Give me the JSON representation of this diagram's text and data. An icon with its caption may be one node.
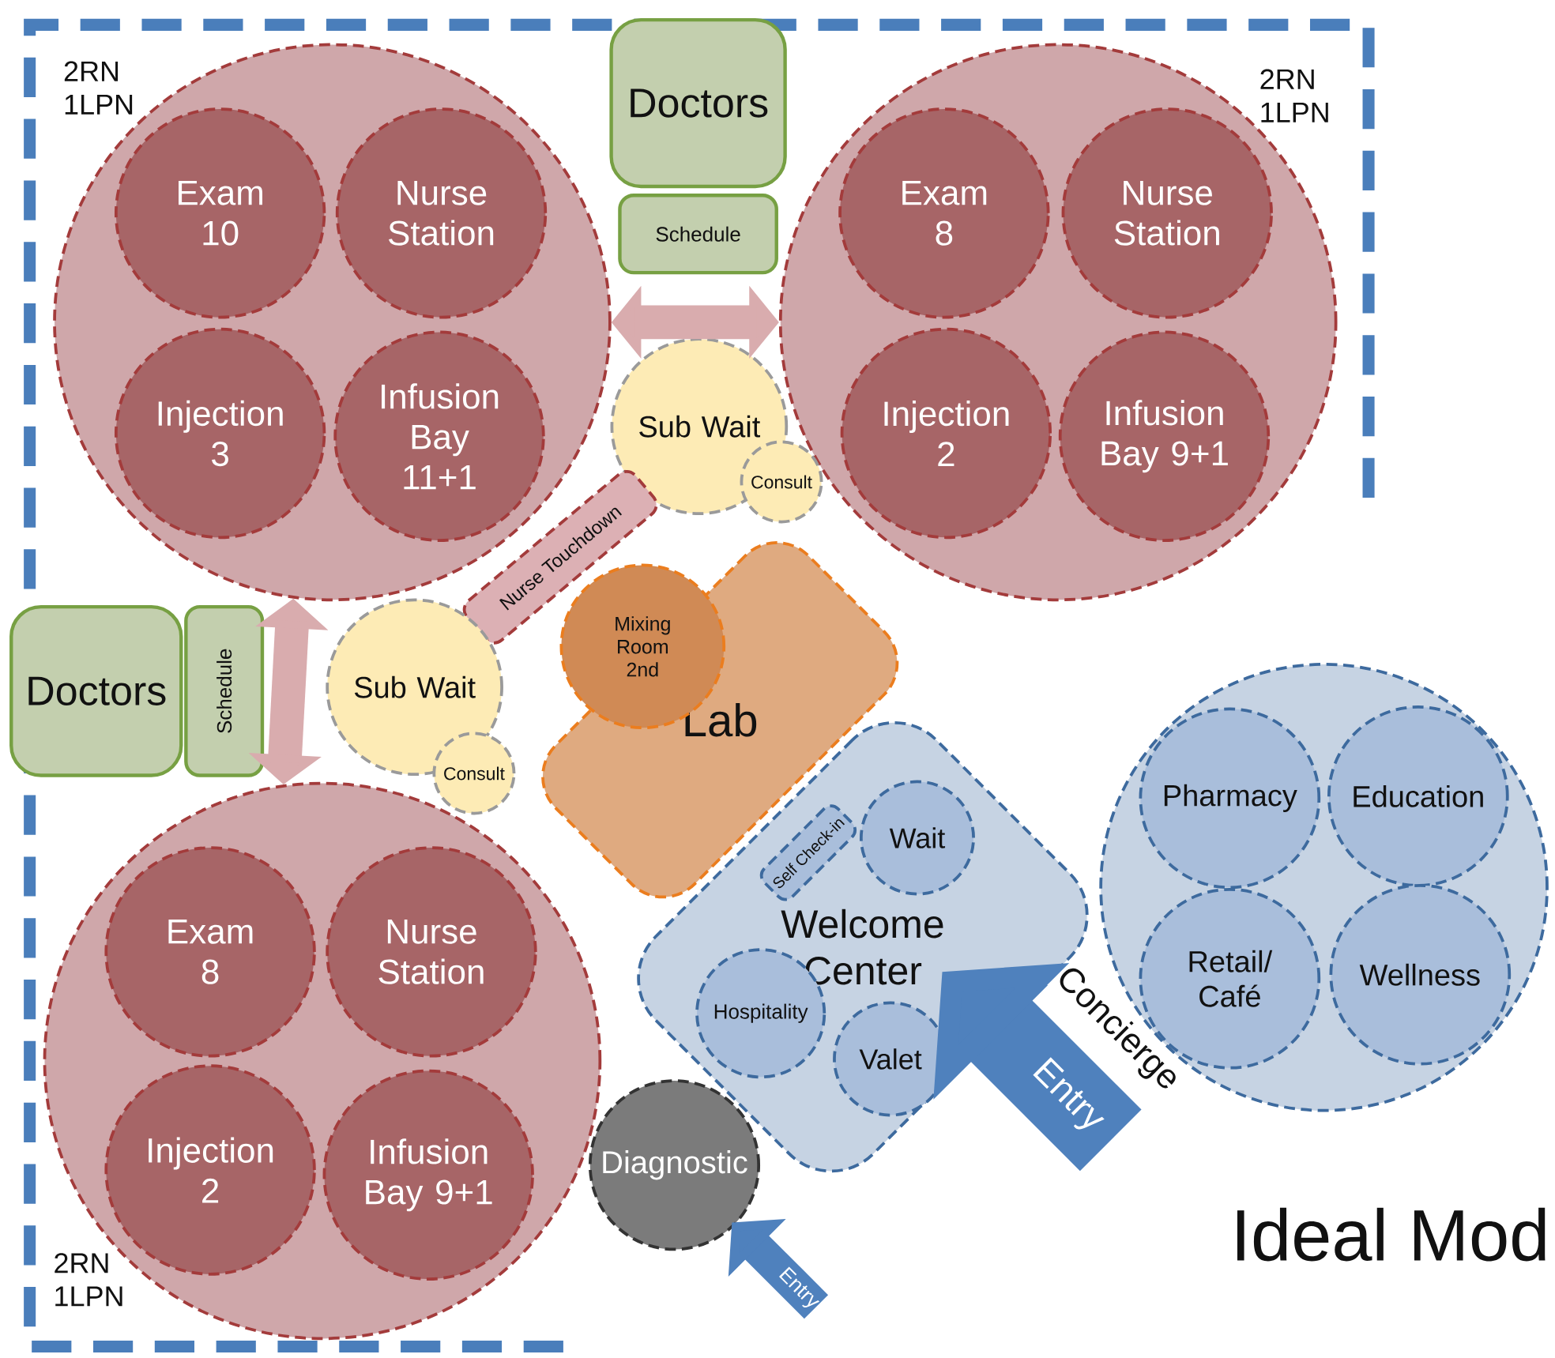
{
  "diagram": {
    "title": "Ideal Mod",
    "nodes": [
      {
        "text": [],
        "shape": "circle"
      },
      {
        "text": [
          "Exam 10"
        ],
        "in": 0
      },
      {
        "text": [
          "Nurse Station"
        ],
        "in": 0
      },
      {
        "text": [
          "Injection 3"
        ],
        "in": 0
      },
      {
        "text": [
          "Infusion Bay 11+1"
        ],
        "in": 0
      },
      {
        "text": [
          "Doctors"
        ]
      },
      {
        "text": [
          "Schedule"
        ]
      },
      {
        "text": [],
        "shape": "circle"
      },
      {
        "text": [
          "Exam 8"
        ],
        "in": 7
      },
      {
        "text": [
          "Nurse Station"
        ],
        "in": 7
      },
      {
        "text": [
          "Injection 2"
        ],
        "in": 7
      },
      {
        "text": [
          "Infusion Bay 9+1"
        ],
        "in": 7
      },
      {
        "text": [
          "Sub Wait"
        ]
      },
      {
        "text": [
          "Consult"
        ]
      },
      {
        "text": [
          "Nurse Touchdown"
        ]
      },
      {
        "text": [
          "Mixing Room 2nd"
        ]
      },
      {
        "text": [
          "Doctors"
        ]
      },
      {
        "text": [
          "Schedule"
        ]
      },
      {
        "text": [
          "Sub Wait"
        ]
      },
      {
        "text": [
          "Consult"
        ]
      },
      {
        "text": [
          "Lab"
        ]
      },
      {
        "text": [
          "Welcome Center"
        ]
      },
      {
        "text": [
          "Wait"
        ],
        "in": 21
      },
      {
        "text": [
          "Self Check-in"
        ],
        "in": 21
      },
      {
        "text": [
          "Hospitality"
        ],
        "in": 21
      },
      {
        "text": [
          "Valet"
        ],
        "in": 21
      },
      {
        "text": [],
        "shape": "circle"
      },
      {
        "text": [
          "Pharmacy"
        ],
        "in": 26
      },
      {
        "text": [
          "Education"
        ],
        "in": 26
      },
      {
        "text": [
          "Retail/ Café"
        ],
        "in": 26
      },
      {
        "text": [
          "Wellness"
        ],
        "in": 26
      },
      {
        "text": [],
        "shape": "circle"
      },
      {
        "text": [
          "Exam 8"
        ],
        "in": 31
      },
      {
        "text": [
          "Nurse Station"
        ],
        "in": 31
      },
      {
        "text": [
          "Injection 2"
        ],
        "in": 31
      },
      {
        "text": [
          "Infusion Bay 9+1"
        ],
        "in": 31
      },
      {
        "text": [
          "Diagnostic"
        ]
      }
    ],
    "edges": [
      {
        "from": 0,
        "to": 7,
        "arrow": "both",
        "color": "#d9acae"
      },
      {
        "from": 0,
        "to": 31,
        "arrow": "both",
        "color": "#d9acae"
      },
      {
        "from": null,
        "to": 21,
        "arrow": "to",
        "label": "Entry",
        "style": "thick",
        "color": "#4f81bd"
      },
      {
        "from": null,
        "to": 36,
        "arrow": "to",
        "label": "Entry",
        "color": "#4f81bd"
      }
    ],
    "labels": [
      "2RN 1LPN",
      "2RN 1LPN",
      "Concierge",
      "2RN 1LPN"
    ]
  }
}
